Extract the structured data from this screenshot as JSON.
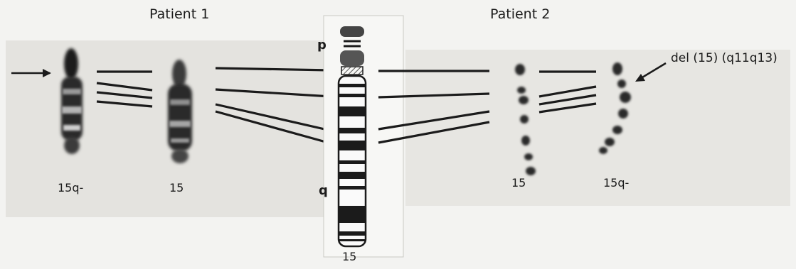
{
  "headers": {
    "patient1": "Patient 1",
    "patient2": "Patient 2"
  },
  "labels": {
    "p1_left": "15q-",
    "p1_right": "15",
    "ideogram": "15",
    "p2_left": "15",
    "p2_right": "15q-",
    "p_arm": "p",
    "q_arm": "q",
    "deletion": "del (15) (q11q13)"
  },
  "colors": {
    "background": "#f3f3f1",
    "panel": "#e6e5e1",
    "ink": "#1b1b1b"
  }
}
